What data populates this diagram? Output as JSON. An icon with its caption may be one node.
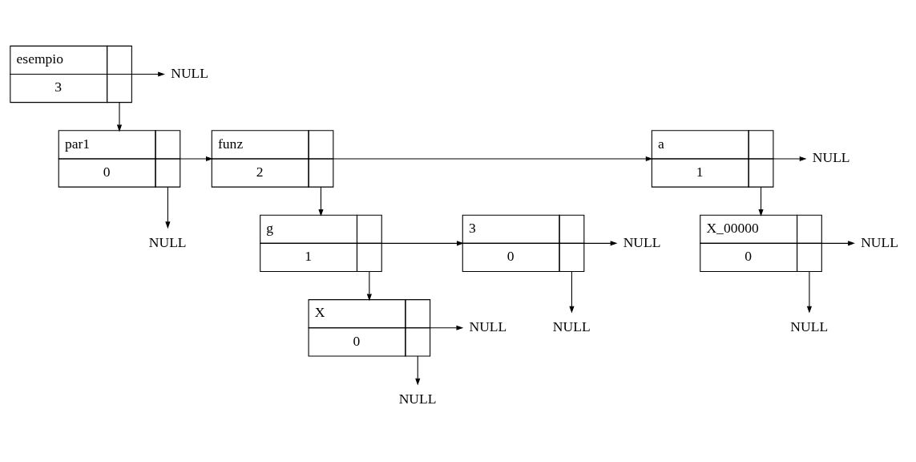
{
  "diagram": {
    "nodes": [
      {
        "text": [
          "esempio",
          "3"
        ]
      },
      {
        "text": [
          "NULL"
        ]
      },
      {
        "text": [
          "par1",
          "0"
        ]
      },
      {
        "text": [
          "funz",
          "2"
        ]
      },
      {
        "text": [
          "NULL"
        ]
      },
      {
        "text": [
          "a",
          "1"
        ]
      },
      {
        "text": [
          "NULL"
        ]
      },
      {
        "text": [
          "g",
          "1"
        ]
      },
      {
        "text": [
          "3",
          "0"
        ]
      },
      {
        "text": [
          "NULL"
        ]
      },
      {
        "text": [
          "X_00000",
          "0"
        ]
      },
      {
        "text": [
          "NULL"
        ]
      },
      {
        "text": [
          "X",
          "0"
        ]
      },
      {
        "text": [
          "NULL"
        ]
      },
      {
        "text": [
          "NULL"
        ]
      },
      {
        "text": [
          "NULL"
        ]
      },
      {
        "text": [
          "NULL"
        ]
      }
    ],
    "edges": [
      {
        "from": 0,
        "to": 1,
        "arrow": "to"
      },
      {
        "from": 0,
        "to": 2,
        "arrow": "to"
      },
      {
        "from": 2,
        "to": 3,
        "arrow": "to"
      },
      {
        "from": 2,
        "to": 4,
        "arrow": "to"
      },
      {
        "from": 3,
        "to": 5,
        "arrow": "to"
      },
      {
        "from": 3,
        "to": 7,
        "arrow": "to"
      },
      {
        "from": 5,
        "to": 6,
        "arrow": "to"
      },
      {
        "from": 5,
        "to": 10,
        "arrow": "to"
      },
      {
        "from": 7,
        "to": 8,
        "arrow": "to"
      },
      {
        "from": 7,
        "to": 12,
        "arrow": "to"
      },
      {
        "from": 8,
        "to": 9,
        "arrow": "to"
      },
      {
        "from": 8,
        "to": 14,
        "arrow": "to"
      },
      {
        "from": 10,
        "to": 11,
        "arrow": "to"
      },
      {
        "from": 10,
        "to": 15,
        "arrow": "to"
      },
      {
        "from": 12,
        "to": 13,
        "arrow": "to"
      },
      {
        "from": 12,
        "to": 16,
        "arrow": "to"
      }
    ]
  }
}
